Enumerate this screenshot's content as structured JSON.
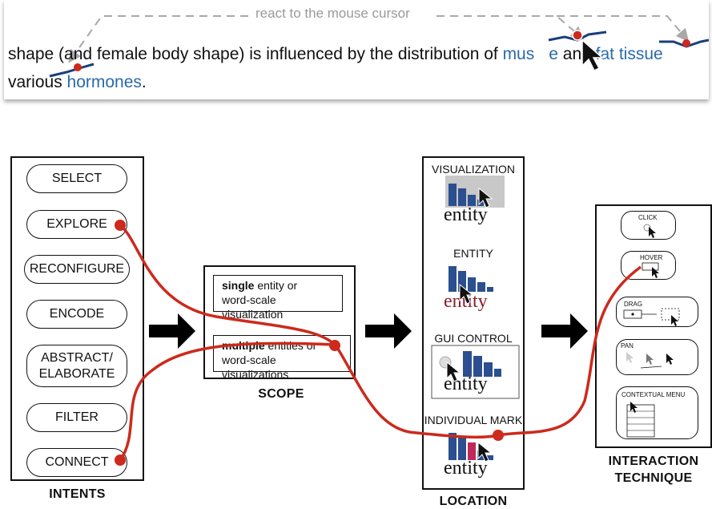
{
  "banner": {
    "react_label": "react to the mouse cursor",
    "sentence_start": "shape (and female body shape) is influenced by the distribution of ",
    "link_muscle": "mus",
    "link_muscle_tail": "e",
    "sentence_mid": " and ",
    "link_fat": "fat tissue",
    "line2_start": "various ",
    "link_hormones": "hormones",
    "line2_end": "."
  },
  "intents": {
    "caption": "INTENTS",
    "items": [
      "SELECT",
      "EXPLORE",
      "RECONFIGURE",
      "ENCODE",
      "ABSTRACT/\nELABORATE",
      "FILTER",
      "CONNECT"
    ]
  },
  "scope": {
    "caption": "SCOPE",
    "single_bold": "single",
    "single_rest": " entity or",
    "single_line2": "word-scale visualization",
    "multiple_bold": "multiple",
    "multiple_rest": " entities or",
    "multiple_line2": "word-scale visualizations"
  },
  "location": {
    "caption": "LOCATION",
    "items": [
      {
        "title": "VISUALIZATION",
        "text": "entity"
      },
      {
        "title": "ENTITY",
        "text": "entity"
      },
      {
        "title": "GUI CONTROL",
        "text": "entity"
      },
      {
        "title": "INDIVIDUAL MARK",
        "text": "entity"
      }
    ]
  },
  "technique": {
    "caption_line1": "INTERACTION",
    "caption_line2": "TECHNIQUE",
    "items": [
      "CLICK",
      "HOVER",
      "DRAG",
      "PAN",
      "CONTEXTUAL MENU"
    ]
  },
  "colors": {
    "path_red": "#cc2a1c",
    "link_blue": "#2a6aa8",
    "bar_blue": "#2b4f8f",
    "arrow_gray": "#a8a8a8",
    "mark_pink": "#c2285a"
  }
}
